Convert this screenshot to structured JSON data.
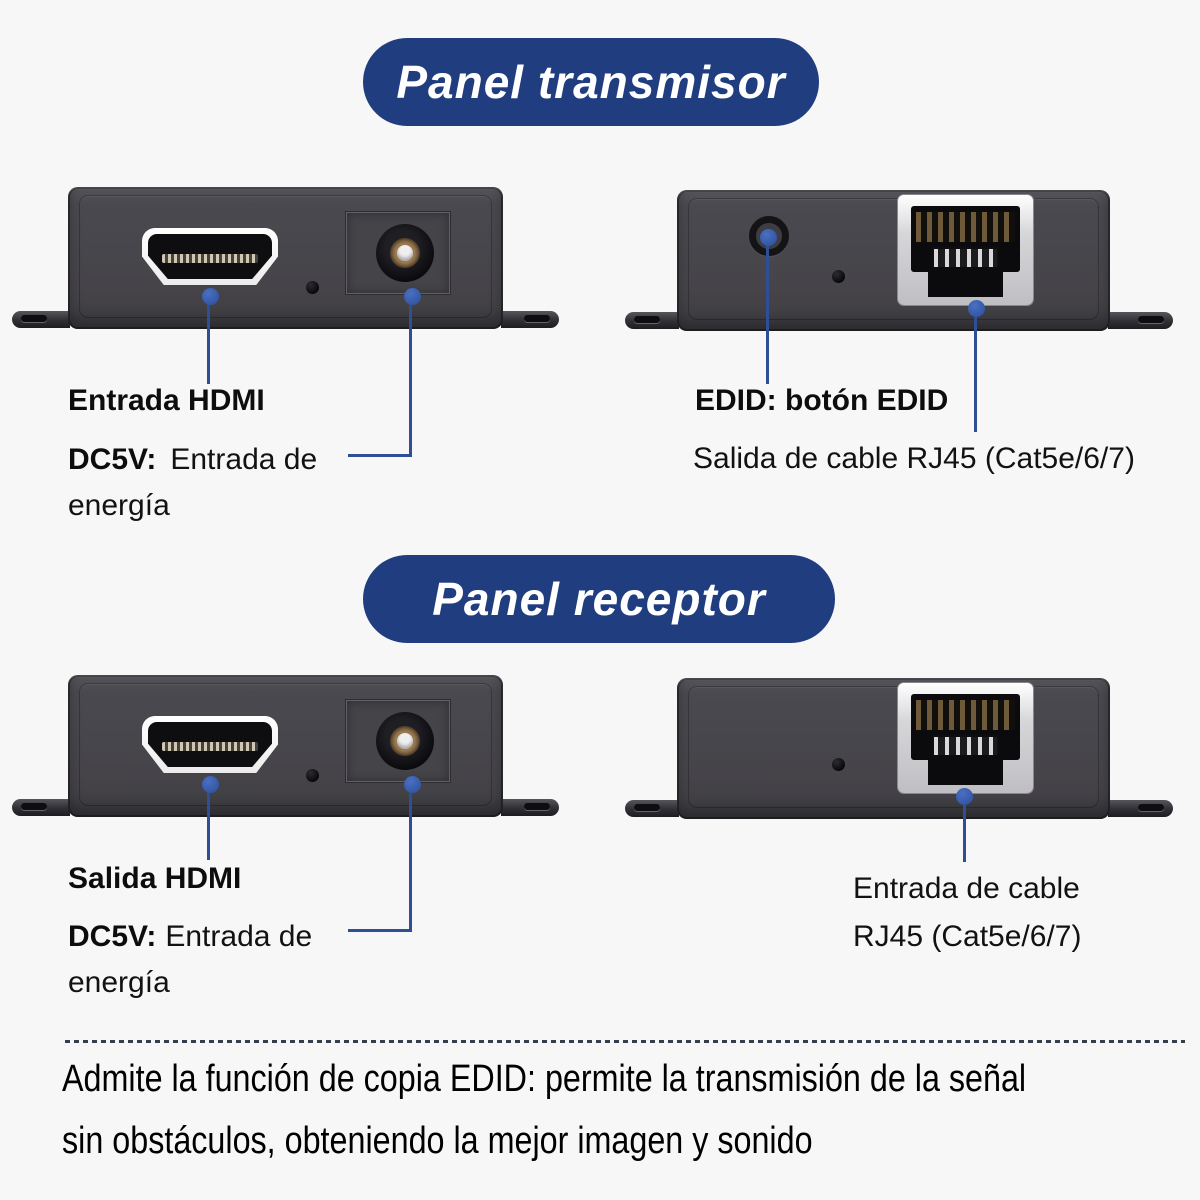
{
  "transmitter": {
    "title": "Panel transmisor",
    "labels": {
      "hdmi": "Entrada HDMI",
      "dc_bold": "DC5V:",
      "dc_text": "Entrada de",
      "dc_text2": "energía",
      "edid": "EDID: botón EDID",
      "rj45": "Salida de cable RJ45 (Cat5e/6/7)"
    }
  },
  "receiver": {
    "title": "Panel receptor",
    "labels": {
      "hdmi": "Salida HDMI",
      "dc_bold": "DC5V:",
      "dc_text": "Entrada de",
      "dc_text2": "energía",
      "rj45_line1": "Entrada de cable",
      "rj45_line2": "RJ45 (Cat5e/6/7)"
    }
  },
  "footer": {
    "line1": "Admite la función de copia EDID: permite la transmisión de la señal",
    "line2": "sin obstáculos, obteniendo la mejor imagen y sonido"
  },
  "colors": {
    "title_pill_bg": "#203d7f",
    "title_text": "#ffffff",
    "callout_line": "#2e4f94",
    "callout_dot": "#3a5fb0",
    "device_body": "#47474c",
    "background": "#f7f7f8",
    "label_text": "#111111"
  }
}
